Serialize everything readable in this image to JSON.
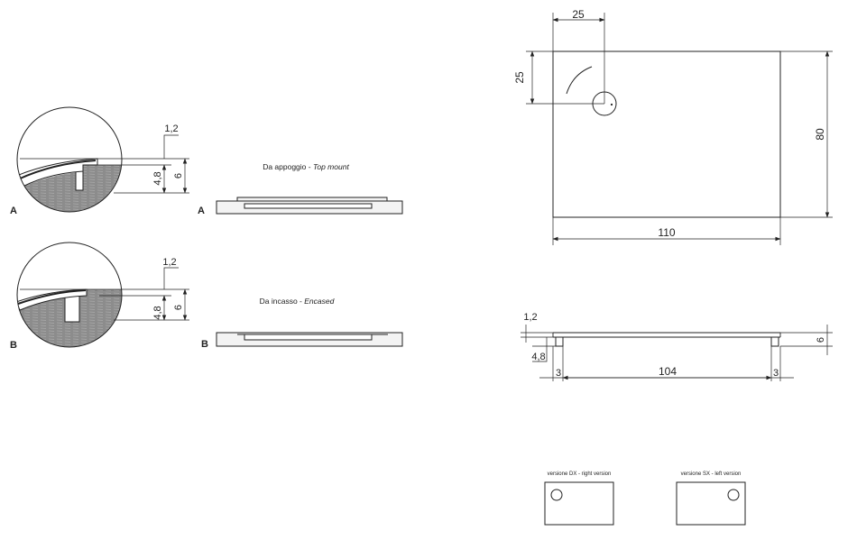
{
  "colors": {
    "line": "#222222",
    "floor": "#8c8c8c",
    "floor_streak": "#b5b5b5",
    "panel": "#f3f3f3"
  },
  "plan_view": {
    "dim_top": "25",
    "dim_left": "25",
    "dim_right": "80",
    "dim_bottom": "110"
  },
  "side_view": {
    "dim_plate": "1,2",
    "dim_leg": "4,8",
    "dim_left_inset": "3",
    "dim_length": "104",
    "dim_right_inset": "3",
    "dim_height": "6"
  },
  "detail_a": {
    "label": "A",
    "dim_plate": "1,2",
    "dim_inner": "4,8",
    "dim_total": "6"
  },
  "profile_a": {
    "label": "A",
    "caption": "Da appoggio - ",
    "caption_en": "Top mount"
  },
  "detail_b": {
    "label": "B",
    "dim_plate": "1,2",
    "dim_inner": "4,8",
    "dim_total": "6"
  },
  "profile_b": {
    "label": "B",
    "caption": "Da incasso - ",
    "caption_en": "Encased"
  },
  "versions": [
    {
      "label": "versione DX - right version"
    },
    {
      "label": "versione SX - left version"
    }
  ]
}
